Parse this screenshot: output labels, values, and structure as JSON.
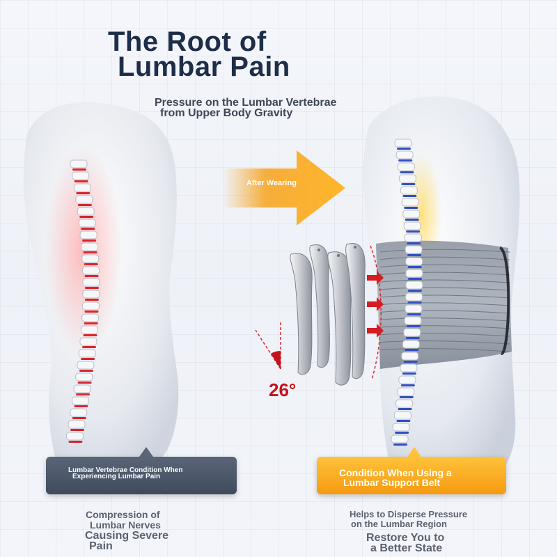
{
  "title": {
    "line1": "The Root of",
    "line2": "Lumbar Pain"
  },
  "subtitle": {
    "line1": "Pressure on the Lumbar Vertebrae",
    "line2": "from Upper Body Gravity"
  },
  "arrow_label": "After Wearing",
  "angle_label": "26°",
  "left_panel": {
    "callout": {
      "line1": "Lumbar Vertebrae Condition When",
      "line2": "Experiencing Lumbar Pain"
    },
    "caption_1": {
      "line1": "Compression of",
      "line2": "Lumbar Nerves"
    },
    "caption_2": {
      "line1": "Causing Severe",
      "line2": "Pain"
    }
  },
  "right_panel": {
    "callout": {
      "line1": "Condition When Using a",
      "line2": "Lumbar Support Belt"
    },
    "caption_1": {
      "line1": "Helps to Disperse Pressure",
      "line2": "on the Lumbar Region"
    },
    "caption_2": {
      "line1": "Restore You to",
      "line2": "a Better State"
    }
  },
  "colors": {
    "title": "#1e2e48",
    "pain_red": "#d9262c",
    "support_blue": "#2f4fc2",
    "arrow_orange": "#f7a21b",
    "callout_dark": "#4b566a",
    "callout_orange": "#f9ad22"
  },
  "icons": [
    "orange-arrow-icon",
    "angle-icon",
    "pressure-arrow-icon"
  ]
}
